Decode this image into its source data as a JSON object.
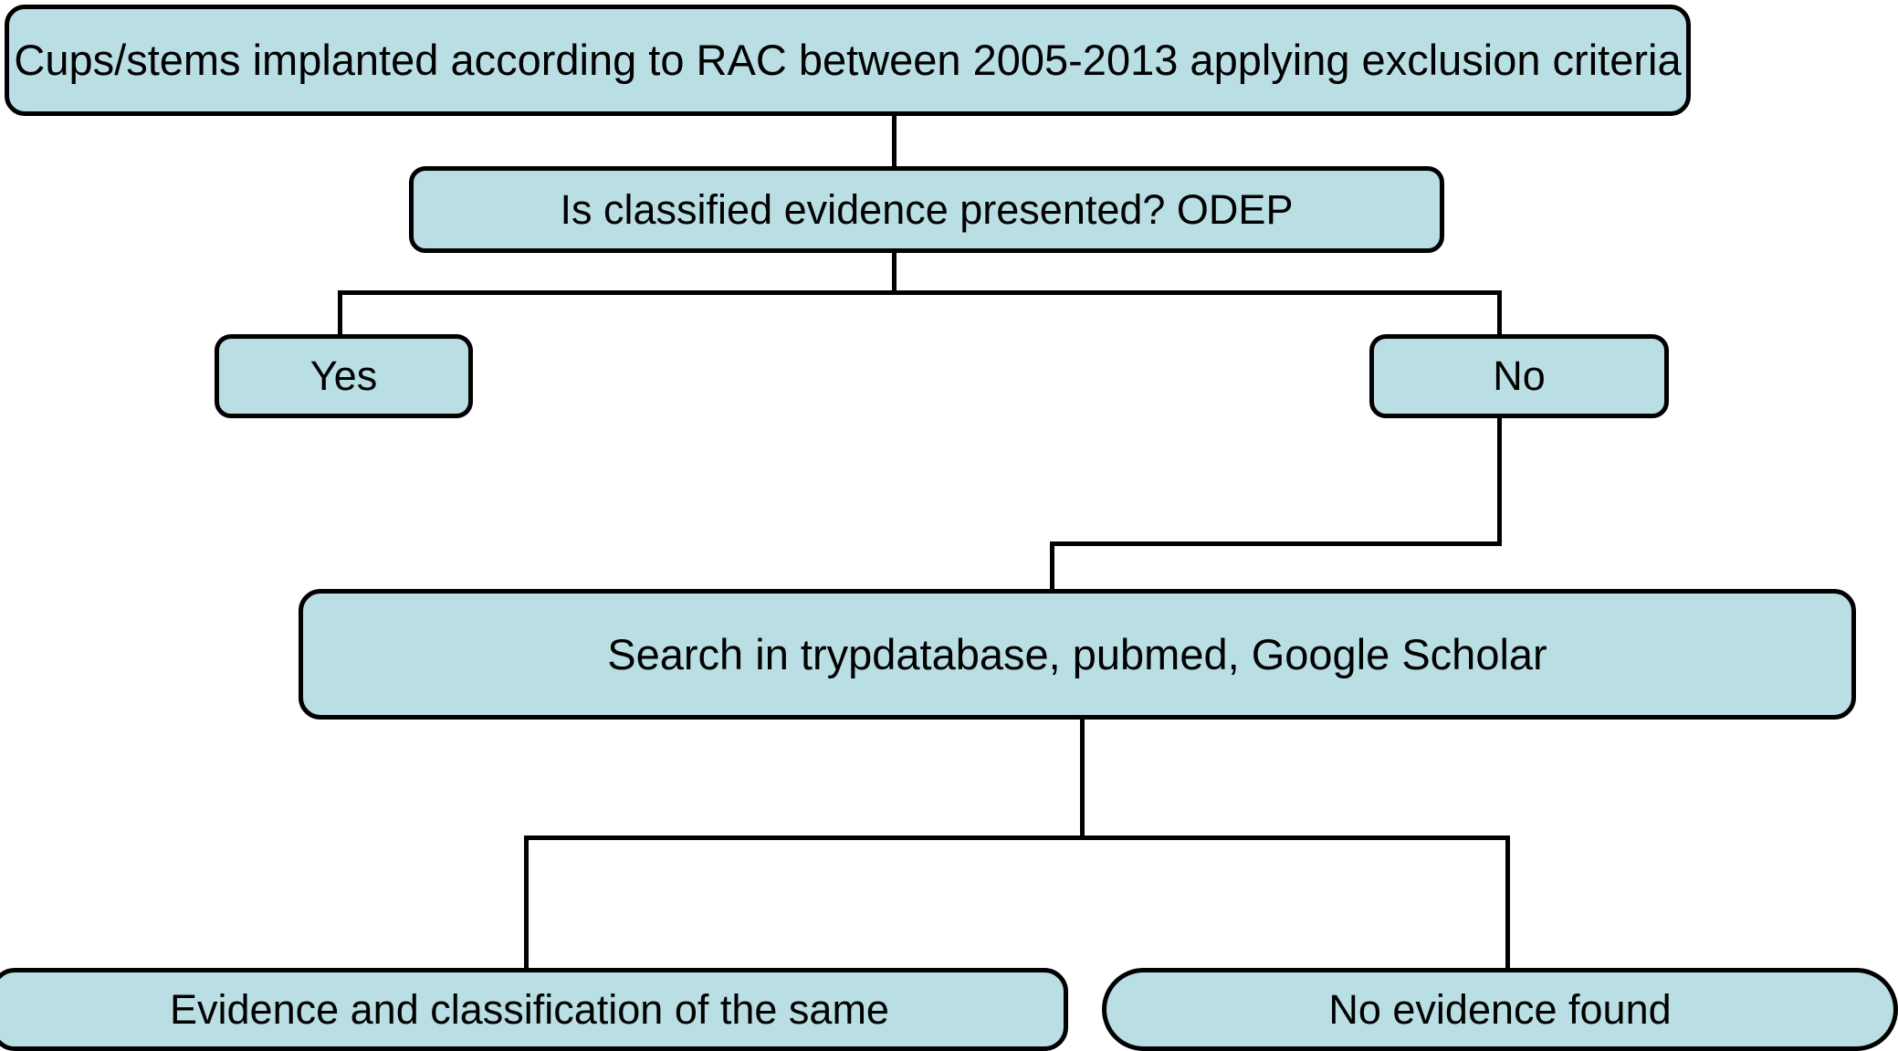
{
  "diagram": {
    "type": "flowchart",
    "background_color": "#ffffff",
    "node_fill_color": "#b9dee3",
    "node_border_color": "#000000",
    "connector_color": "#000000",
    "nodes": [
      {
        "id": "root",
        "label": "Cups/stems implanted according to RAC between 2005-2013 applying exclusion criteria",
        "shape": "rounded-rect"
      },
      {
        "id": "question",
        "label": "Is classified evidence presented? ODEP",
        "shape": "rounded-rect"
      },
      {
        "id": "yes",
        "label": "Yes",
        "shape": "rounded-rect"
      },
      {
        "id": "no",
        "label": "No",
        "shape": "rounded-rect"
      },
      {
        "id": "search",
        "label": "Search in trypdatabase, pubmed, Google Scholar",
        "shape": "rounded-rect"
      },
      {
        "id": "evidence",
        "label": "Evidence and classification of the same",
        "shape": "rounded-rect"
      },
      {
        "id": "no_evidence",
        "label": "No evidence found",
        "shape": "stadium"
      }
    ],
    "edges": [
      {
        "from": "root",
        "to": "question"
      },
      {
        "from": "question",
        "to": "yes"
      },
      {
        "from": "question",
        "to": "no"
      },
      {
        "from": "no",
        "to": "search"
      },
      {
        "from": "search",
        "to": "evidence"
      },
      {
        "from": "search",
        "to": "no_evidence"
      }
    ]
  }
}
